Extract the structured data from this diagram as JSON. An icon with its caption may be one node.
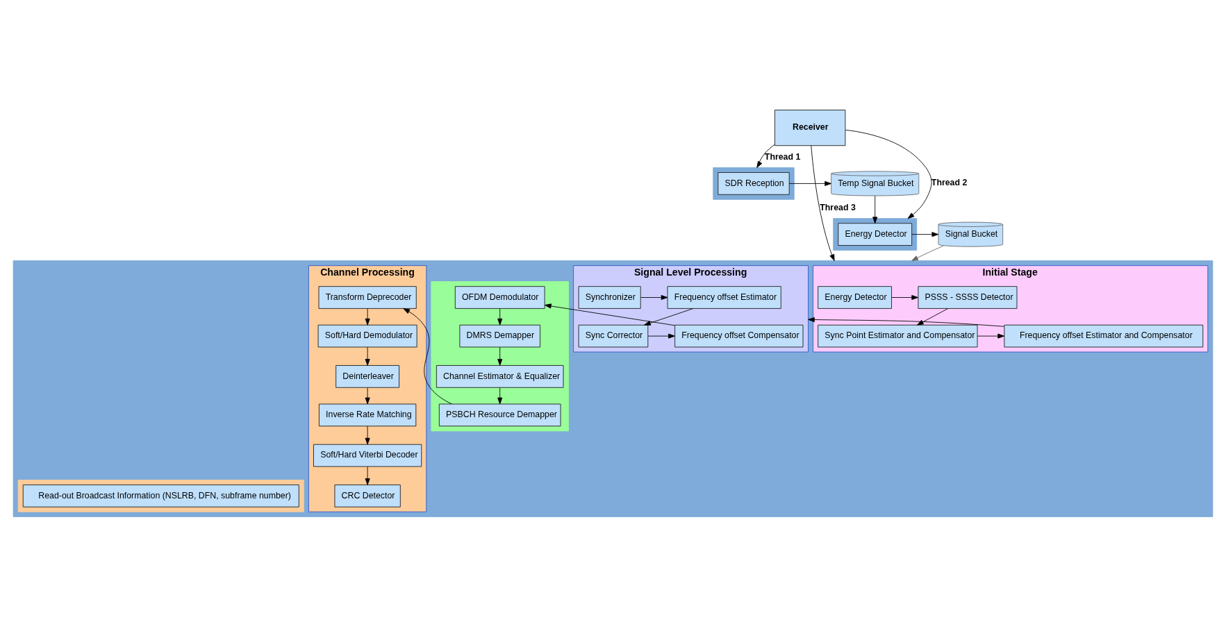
{
  "diagram": {
    "nodes": [
      {
        "text": [
          "Receiver"
        ]
      },
      {
        "text": [],
        "shape": "box"
      },
      {
        "text": [
          "SDR Reception"
        ],
        "in": 1
      },
      {
        "text": [
          "Temp Signal Bucket"
        ]
      },
      {
        "text": [],
        "shape": "box"
      },
      {
        "text": [
          "Energy Detector"
        ],
        "in": 4
      },
      {
        "text": [
          "Signal Bucket"
        ]
      },
      {
        "text": [],
        "shape": "box"
      },
      {
        "text": [
          "Initial Stage"
        ],
        "in": 7
      },
      {
        "text": [
          "Energy Detector"
        ],
        "in": 8
      },
      {
        "text": [
          "PSSS - SSSS Detector"
        ],
        "in": 8
      },
      {
        "text": [
          "Sync Point Estimator and Compensator"
        ],
        "in": 8
      },
      {
        "text": [
          "Frequency offset Estimator and Compensator"
        ],
        "in": 8
      },
      {
        "text": [
          "Signal Level Processing"
        ],
        "in": 7
      },
      {
        "text": [
          "Synchronizer"
        ],
        "in": 13
      },
      {
        "text": [
          "Frequency offset Estimator"
        ],
        "in": 13
      },
      {
        "text": [
          "Sync Corrector"
        ],
        "in": 13
      },
      {
        "text": [
          "Frequency offset Compensator"
        ],
        "in": 13
      },
      {
        "text": [],
        "shape": "box",
        "in": 7
      },
      {
        "text": [
          "OFDM Demodulator"
        ],
        "in": 18
      },
      {
        "text": [
          "DMRS Demapper"
        ],
        "in": 18
      },
      {
        "text": [
          "Channel Estimator & Equalizer"
        ],
        "in": 18
      },
      {
        "text": [
          "PSBCH Resource Demapper"
        ],
        "in": 18
      },
      {
        "text": [
          "Channel Processing"
        ],
        "in": 7
      },
      {
        "text": [
          "Transform Deprecoder"
        ],
        "in": 23
      },
      {
        "text": [
          "Soft/Hard Demodulator"
        ],
        "in": 23
      },
      {
        "text": [
          "Deinterleaver"
        ],
        "in": 23
      },
      {
        "text": [
          "Inverse Rate Matching"
        ],
        "in": 23
      },
      {
        "text": [
          "Soft/Hard Viterbi Decoder"
        ],
        "in": 23
      },
      {
        "text": [
          "CRC Detector"
        ],
        "in": 23
      },
      {
        "text": [],
        "shape": "box",
        "in": 7
      },
      {
        "text": [
          "Read-out Broadcast Information (NSLRB, DFN, subframe number)"
        ],
        "in": 30
      }
    ],
    "edges": [
      {
        "from": 0,
        "to": 1,
        "arrow": "to",
        "label": "Thread 1"
      },
      {
        "from": 0,
        "to": 4,
        "arrow": "to",
        "label": "Thread 2"
      },
      {
        "from": 0,
        "to": 7,
        "arrow": "to",
        "label": "Thread 3"
      },
      {
        "from": 2,
        "to": 3,
        "arrow": "to"
      },
      {
        "from": 3,
        "to": 5,
        "arrow": "to"
      },
      {
        "from": 5,
        "to": 6,
        "arrow": "to"
      },
      {
        "from": 6,
        "to": 7,
        "arrow": "to",
        "color": "#666666"
      },
      {
        "from": 9,
        "to": 10,
        "arrow": "to"
      },
      {
        "from": 10,
        "to": 11,
        "arrow": "to"
      },
      {
        "from": 11,
        "to": 12,
        "arrow": "to"
      },
      {
        "from": 12,
        "to": 13,
        "arrow": "to"
      },
      {
        "from": 14,
        "to": 15,
        "arrow": "to"
      },
      {
        "from": 15,
        "to": 16,
        "arrow": "to"
      },
      {
        "from": 16,
        "to": 17,
        "arrow": "to"
      },
      {
        "from": 17,
        "to": 19,
        "arrow": "to"
      },
      {
        "from": 19,
        "to": 20,
        "arrow": "to"
      },
      {
        "from": 20,
        "to": 21,
        "arrow": "to"
      },
      {
        "from": 21,
        "to": 22,
        "arrow": "to"
      },
      {
        "from": 22,
        "to": 24,
        "arrow": "to"
      },
      {
        "from": 24,
        "to": 25,
        "arrow": "to"
      },
      {
        "from": 25,
        "to": 26,
        "arrow": "to"
      },
      {
        "from": 26,
        "to": 27,
        "arrow": "to"
      },
      {
        "from": 27,
        "to": 28,
        "arrow": "to"
      },
      {
        "from": 28,
        "to": 29,
        "arrow": "to"
      }
    ]
  }
}
